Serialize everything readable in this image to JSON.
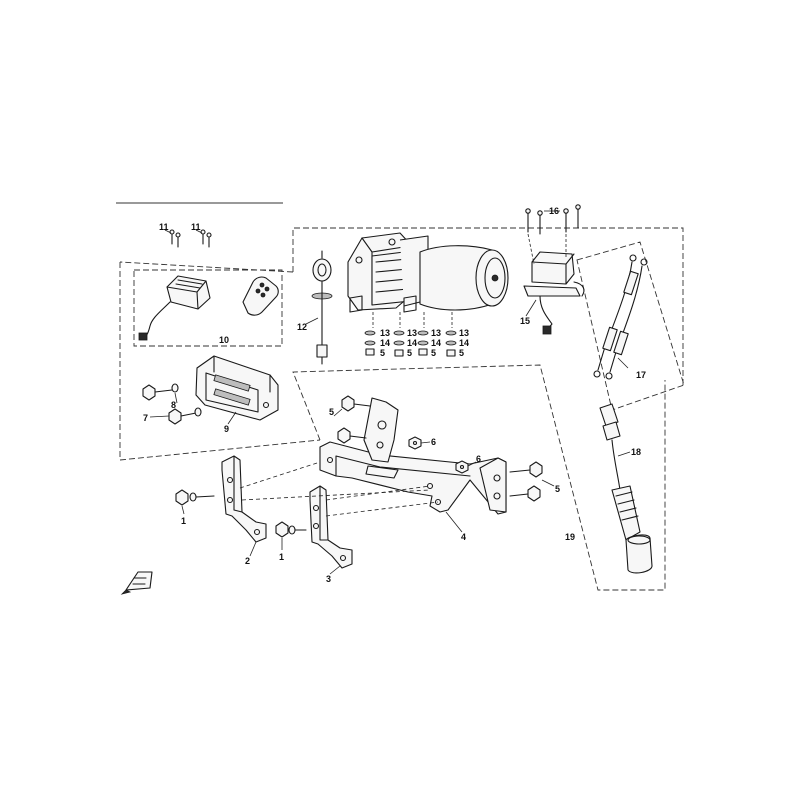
{
  "callouts": {
    "c1a": "1",
    "c1b": "1",
    "c2": "2",
    "c3": "3",
    "c4": "4",
    "c5a": "5",
    "c5b": "5",
    "c5c": "5",
    "c5d": "5",
    "c5e": "5",
    "c5f": "5",
    "c6a": "6",
    "c6b": "6",
    "c7": "7",
    "c8": "8",
    "c9": "9",
    "c10": "10",
    "c11a": "11",
    "c11b": "11",
    "c12": "12",
    "c13a": "13",
    "c13b": "13",
    "c13c": "13",
    "c13d": "13",
    "c14a": "14",
    "c14b": "14",
    "c14c": "14",
    "c14d": "14",
    "c15": "15",
    "c16": "16",
    "c17": "17",
    "c18": "18",
    "c19": "19"
  },
  "icons": {
    "direction": "front-direction-arrow-icon",
    "remote": "wireless-remote-icon"
  }
}
